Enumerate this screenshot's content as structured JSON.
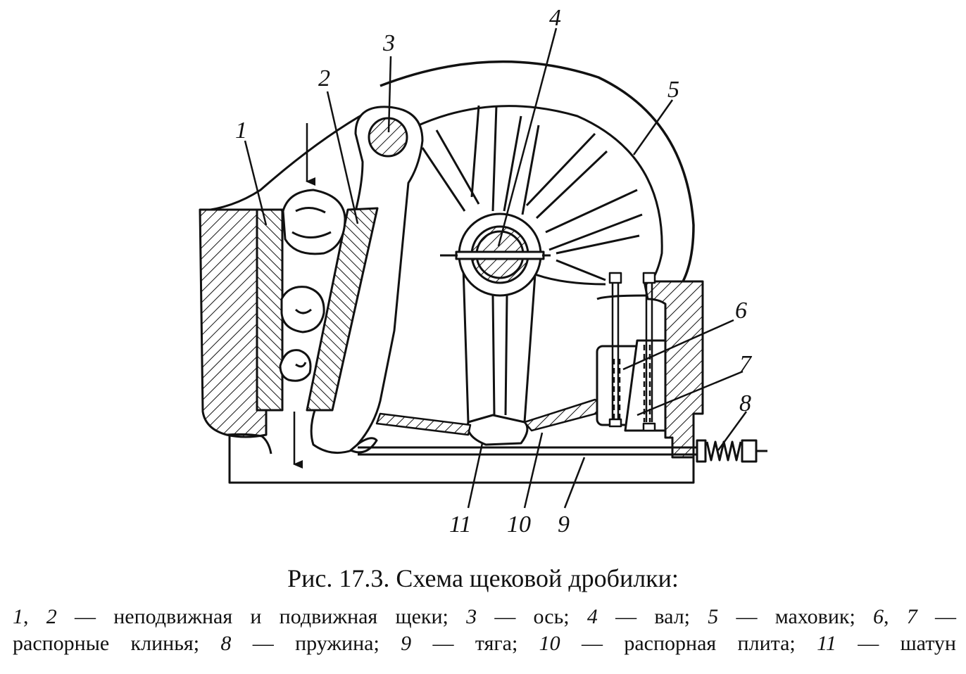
{
  "labels": {
    "n1": "1",
    "n2": "2",
    "n3": "3",
    "n4": "4",
    "n5": "5",
    "n6": "6",
    "n7": "7",
    "n8": "8",
    "n9": "9",
    "n10": "10",
    "n11": "11"
  },
  "caption": {
    "title": "Рис. 17.3. Схема щековой дробилки:",
    "line1": [
      {
        "text": "1",
        "italic": true
      },
      {
        "text": ", ",
        "italic": false
      },
      {
        "text": "2",
        "italic": true
      },
      {
        "text": " — неподвижная и подвижная щеки; ",
        "italic": false
      },
      {
        "text": "3",
        "italic": true
      },
      {
        "text": " — ось; ",
        "italic": false
      },
      {
        "text": "4",
        "italic": true
      },
      {
        "text": " — вал; ",
        "italic": false
      },
      {
        "text": "5",
        "italic": true
      },
      {
        "text": " — маховик; ",
        "italic": false
      },
      {
        "text": "6",
        "italic": true
      },
      {
        "text": ", ",
        "italic": false
      },
      {
        "text": "7",
        "italic": true
      },
      {
        "text": " —",
        "italic": false
      }
    ],
    "line2": [
      {
        "text": "распорные клинья; ",
        "italic": false
      },
      {
        "text": "8",
        "italic": true
      },
      {
        "text": " — пружина; ",
        "italic": false
      },
      {
        "text": "9",
        "italic": true
      },
      {
        "text": " — тяга; ",
        "italic": false
      },
      {
        "text": "10",
        "italic": true
      },
      {
        "text": " — распорная плита; ",
        "italic": false
      },
      {
        "text": "11",
        "italic": true
      },
      {
        "text": " — шатун",
        "italic": false
      }
    ]
  }
}
